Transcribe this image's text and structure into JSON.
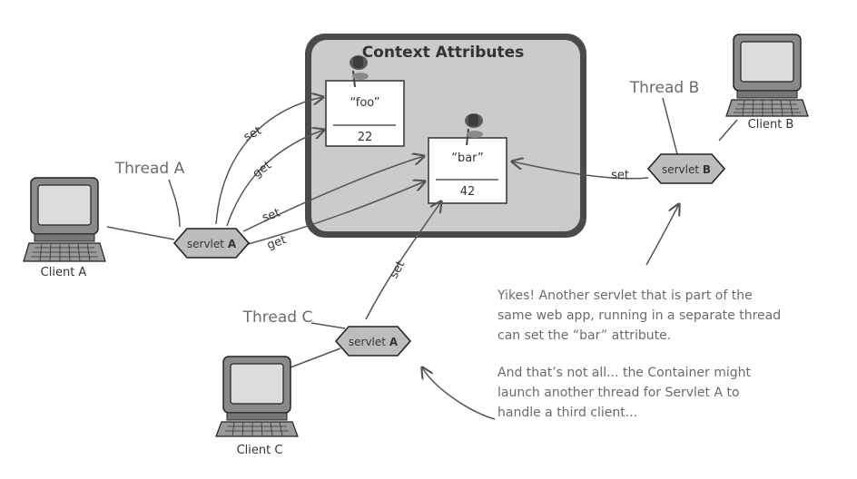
{
  "title": "Context Attributes",
  "attributes": [
    {
      "name": "“foo”",
      "value": "22"
    },
    {
      "name": "“bar”",
      "value": "42"
    }
  ],
  "servlets": [
    {
      "label": "servlet",
      "letter": "A"
    },
    {
      "label": "servlet",
      "letter": "B"
    },
    {
      "label": "servlet",
      "letter": "A"
    }
  ],
  "threads": [
    "Thread A",
    "Thread B",
    "Thread C"
  ],
  "clients": [
    "Client A",
    "Client B",
    "Client C"
  ],
  "edge_labels": {
    "set": "set",
    "get": "get"
  },
  "notes": {
    "yikes": [
      "Yikes! Another servlet that is part of the",
      "same web app, running in a separate thread",
      "can set the “bar” attribute."
    ],
    "container": [
      "And that’s not all... the Container might",
      "launch another thread for Servlet A to",
      "handle a third client..."
    ]
  }
}
